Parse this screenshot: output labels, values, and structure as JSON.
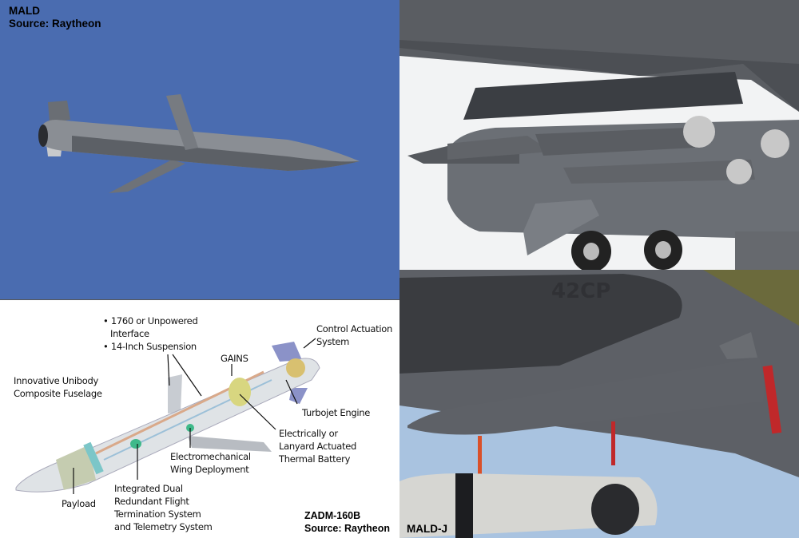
{
  "panels": {
    "mald_photo": {
      "title": "MALD",
      "source": "Source: Raytheon",
      "sky_color": "#4a6cb0"
    },
    "b52_photo": {
      "description": "MALD decoys loaded on B-52 underwing pylon"
    },
    "diagram": {
      "title": "ZADM-160B",
      "source": "Source: Raytheon",
      "labels": {
        "interface_line1": "• 1760 or Unpowered",
        "interface_line2": "Interface",
        "suspension": "• 14-Inch Suspension",
        "control_line1": "Control Actuation",
        "control_line2": "System",
        "gains": "GAINS",
        "fuselage_line1": "Innovative Unibody",
        "fuselage_line2": "Composite Fuselage",
        "turbojet": "Turbojet Engine",
        "battery_line1": "Electrically or",
        "battery_line2": "Lanyard Actuated",
        "battery_line3": "Thermal Battery",
        "wing_line1": "Electromechanical",
        "wing_line2": "Wing Deployment",
        "flight_line1": "Integrated Dual",
        "flight_line2": "Redundant Flight",
        "flight_line3": "Termination System",
        "flight_line4": "and Telemetry System",
        "payload": "Payload"
      }
    },
    "maldj_photo": {
      "title": "MALD-J",
      "pylon_marking": "42CP"
    }
  }
}
